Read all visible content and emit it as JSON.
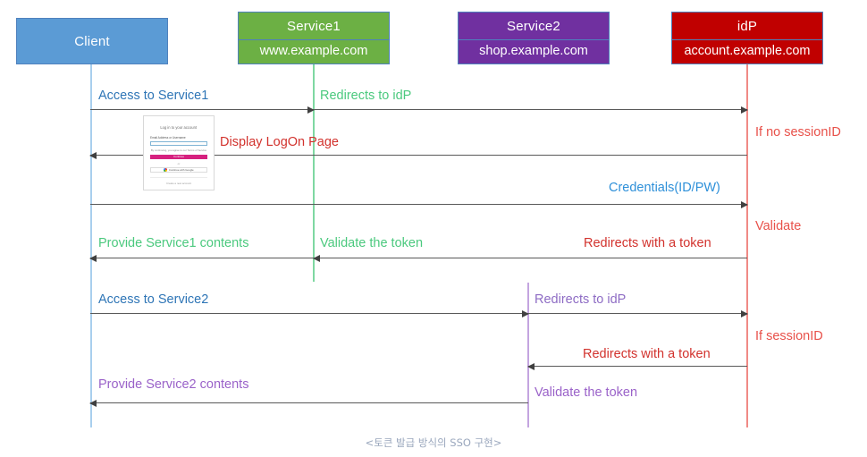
{
  "diagram": {
    "caption": "<토큰 발급 방식의 SSO 구현>",
    "colors": {
      "client": "#5b9bd5",
      "service1": "#6cb044",
      "service2": "#7030a0",
      "idp": "#c00000",
      "arrow": "#595959",
      "border": "#4f81bd"
    }
  },
  "actors": [
    {
      "id": "client",
      "title": "Client",
      "subtitle": ""
    },
    {
      "id": "service1",
      "title": "Service1",
      "subtitle": "www.example.com"
    },
    {
      "id": "service2",
      "title": "Service2",
      "subtitle": "shop.example.com"
    },
    {
      "id": "idp",
      "title": "idP",
      "subtitle": "account.example.com"
    }
  ],
  "messages": [
    {
      "id": "m1",
      "label": "Access to Service1",
      "color": "#2e75b6",
      "from": "client",
      "to": "idp",
      "direction": "right"
    },
    {
      "id": "m2",
      "label": "Redirects to idP",
      "color": "#4bc97e",
      "from": "service1",
      "to": "idp",
      "direction": "right"
    },
    {
      "id": "m3",
      "label": "If no sessionID",
      "color": "#e8514a",
      "from": "idp",
      "to": "idp",
      "direction": "note"
    },
    {
      "id": "m4",
      "label": "Display LogOn Page",
      "color": "#d2322d",
      "from": "idp",
      "to": "client",
      "direction": "left"
    },
    {
      "id": "m5",
      "label": "Credentials(ID/PW)",
      "color": "#2e90d9",
      "from": "client",
      "to": "idp",
      "direction": "right"
    },
    {
      "id": "m6",
      "label": "Validate",
      "color": "#e8514a",
      "from": "idp",
      "to": "idp",
      "direction": "note"
    },
    {
      "id": "m7",
      "label": "Redirects with a token",
      "color": "#d2322d",
      "from": "idp",
      "to": "service1",
      "direction": "left"
    },
    {
      "id": "m8",
      "label": "Validate the token",
      "color": "#4bc97e",
      "from": "service1",
      "to": "service1",
      "direction": "left"
    },
    {
      "id": "m9",
      "label": "Provide Service1 contents",
      "color": "#4bc97e",
      "from": "service1",
      "to": "client",
      "direction": "left"
    },
    {
      "id": "m10",
      "label": "Access to Service2",
      "color": "#2e75b6",
      "from": "client",
      "to": "idp",
      "direction": "right"
    },
    {
      "id": "m11",
      "label": "Redirects to idP",
      "color": "#8e6cc4",
      "from": "service2",
      "to": "idp",
      "direction": "right"
    },
    {
      "id": "m12",
      "label": "If sessionID",
      "color": "#e8514a",
      "from": "idp",
      "to": "idp",
      "direction": "note"
    },
    {
      "id": "m13",
      "label": "Redirects with a token",
      "color": "#d2322d",
      "from": "idp",
      "to": "service2",
      "direction": "left"
    },
    {
      "id": "m14",
      "label": "Validate the token",
      "color": "#9a62c9",
      "from": "service2",
      "to": "service2",
      "direction": "note"
    },
    {
      "id": "m15",
      "label": "Provide Service2 contents",
      "color": "#9a62c9",
      "from": "service2",
      "to": "client",
      "direction": "left"
    }
  ],
  "logon_thumbnail": {
    "title": "Log in to your account",
    "field_label": "Email Address or Username",
    "field_value": "",
    "note": "By continuing, you agree to our Terms of Service",
    "cta": "Continue",
    "divider": "or",
    "google_button": "Continue with Google",
    "footer": "Create a new account"
  }
}
